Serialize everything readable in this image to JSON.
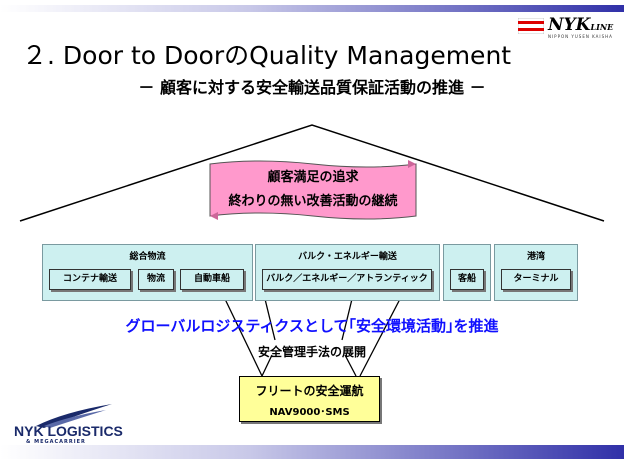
{
  "header": {
    "logo_text": "NYK",
    "logo_suffix": "LINE",
    "logo_subtext": "NIPPON YUSEN KAISHA"
  },
  "title": "２. Door to DoorのQuality Management",
  "subtitle": "－ 顧客に対する安全輸送品質保証活動の推進 －",
  "banner": {
    "line1": "顧客満足の追求",
    "line2": "終わりの無い改善活動の継続"
  },
  "groups": [
    {
      "title": "総合物流",
      "items": [
        "コンテナ輸送",
        "物流",
        "自動車船"
      ]
    },
    {
      "title": "バルク・エネルギー輸送",
      "items": [
        "バルク／エネルギー／アトランティック"
      ]
    },
    {
      "title": "",
      "items": [
        "客船"
      ]
    },
    {
      "title": "港湾",
      "items": [
        "ターミナル"
      ]
    }
  ],
  "global_text": "グローバルロジスティクスとして｢安全環境活動｣を推進",
  "safety_text": "安全管理手法の展開",
  "fleet": {
    "line1": "フリートの安全運航",
    "line2": "NAV9000･SMS"
  },
  "footer_logo": {
    "main": "NYK LOGISTICS",
    "sub": "& MEGACARRIER"
  },
  "colors": {
    "group_fill": "#cdf0f0",
    "banner_fill": "#ff99cc",
    "fleet_fill": "#ffff99",
    "global_text": "#1010ff",
    "bar": "#3030a8"
  }
}
